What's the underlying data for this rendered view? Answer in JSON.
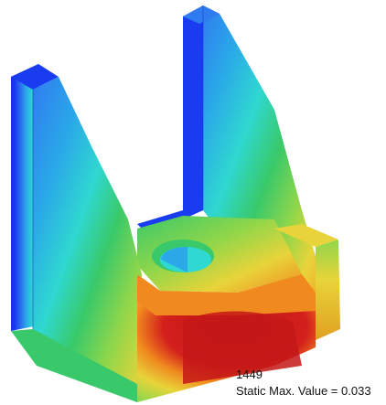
{
  "viewport": {
    "node_id": "1449",
    "max_label": "Static Max. Value =",
    "max_value": "0.033"
  },
  "colors": {
    "background": "#ffffff",
    "blue": "#1a3cf0",
    "light_blue": "#2f7bf0",
    "sky": "#2aa8e8",
    "cyan": "#2fd8d0",
    "green": "#39c96a",
    "lime": "#8fd64a",
    "yellow": "#e8d43a",
    "orange": "#f08a1e",
    "red": "#d4201c",
    "dark_red": "#b81414"
  }
}
